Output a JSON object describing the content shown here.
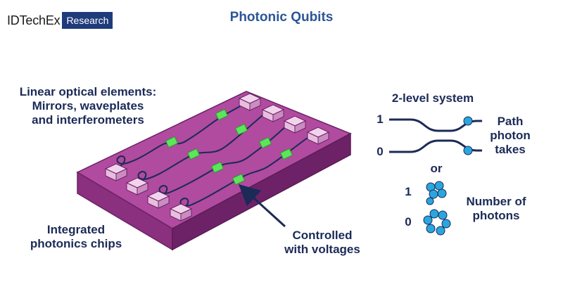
{
  "header": {
    "logo_main": "IDTechEx",
    "logo_tag": "Research",
    "title": "Photonic Qubits"
  },
  "labels": {
    "linear_line1": "Linear optical elements:",
    "linear_line2": "Mirrors, waveplates",
    "linear_line3": "and interferometers",
    "integrated_line1": "Integrated",
    "integrated_line2": "photonics chips",
    "controlled_line1": "Controlled",
    "controlled_line2": "with voltages",
    "two_level": "2-level system",
    "level_1": "1",
    "level_0": "0",
    "path_line1": "Path",
    "path_line2": "photon",
    "path_line3": "takes",
    "or": "or",
    "num_1": "1",
    "num_0": "0",
    "number_line1": "Number of",
    "number_line2": "photons"
  },
  "colors": {
    "chip_top": "#b04b9f",
    "chip_front": "#8b2f7f",
    "chip_side": "#6d2267",
    "modulator": "#5be65b",
    "coupler": "#e8bedf",
    "navy": "#1b2a57",
    "photon": "#29a6df",
    "title": "#2c5597"
  }
}
